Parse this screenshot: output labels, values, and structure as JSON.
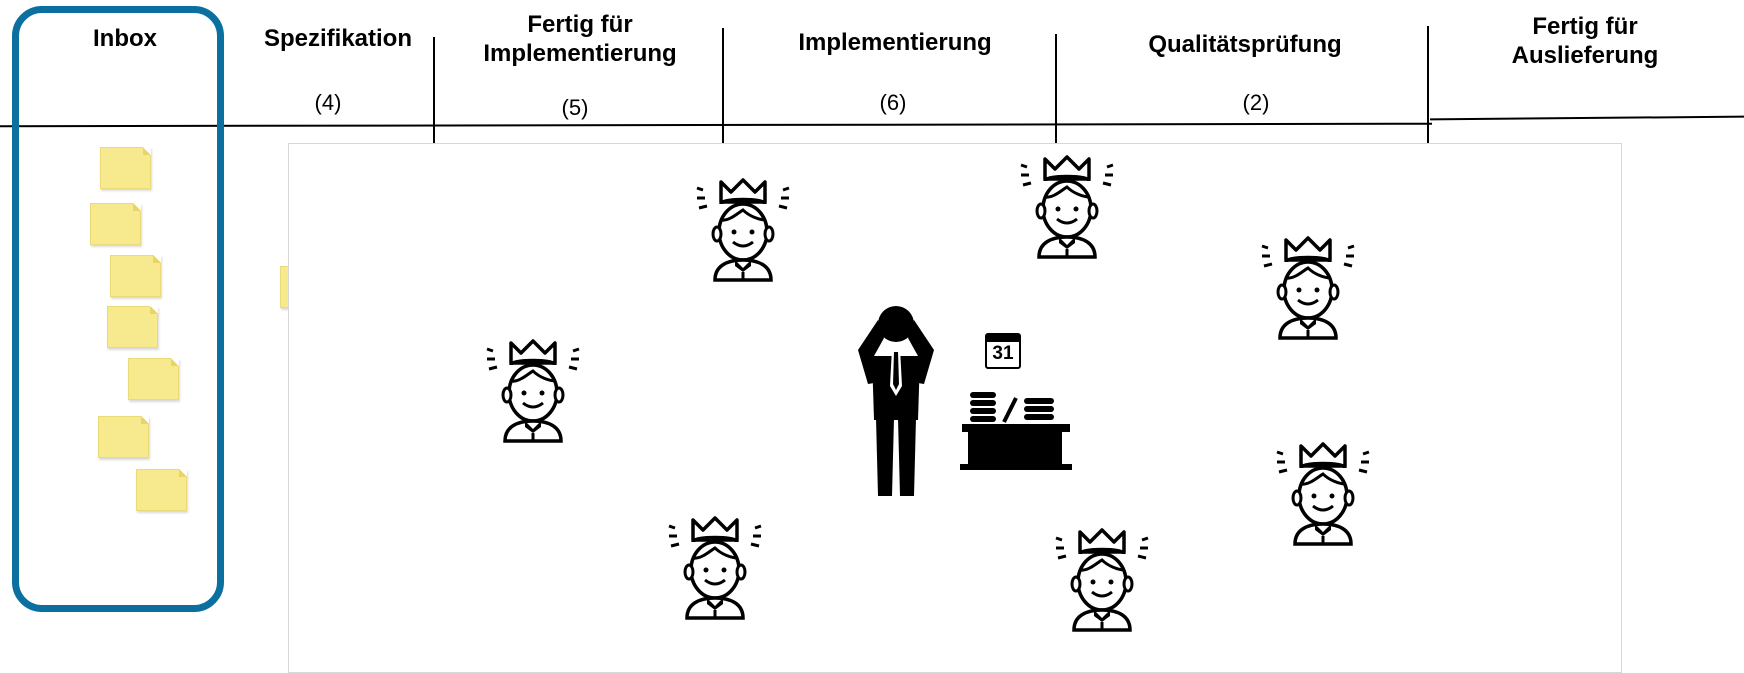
{
  "board": {
    "columns": [
      {
        "title_line1": "Inbox",
        "title_line2": "",
        "wip": ""
      },
      {
        "title_line1": "Spezifikation",
        "title_line2": "",
        "wip": "(4)"
      },
      {
        "title_line1": "Fertig für",
        "title_line2": "Implementierung",
        "wip": "(5)"
      },
      {
        "title_line1": "Implementierung",
        "title_line2": "",
        "wip": "(6)"
      },
      {
        "title_line1": "Qualitätsprüfung",
        "title_line2": "",
        "wip": "(2)"
      },
      {
        "title_line1": "Fertig für",
        "title_line2": "Auslieferung",
        "wip": ""
      }
    ],
    "inbox_note_count": 7
  },
  "scene": {
    "calendar_day": "31",
    "icons": [
      "stressed-manager-icon",
      "desk-icon",
      "calendar-icon",
      "customer-with-crown-icon"
    ],
    "colors": {
      "inbox_border": "#0b6fa0",
      "sticky_note": "#f7e98e"
    }
  }
}
